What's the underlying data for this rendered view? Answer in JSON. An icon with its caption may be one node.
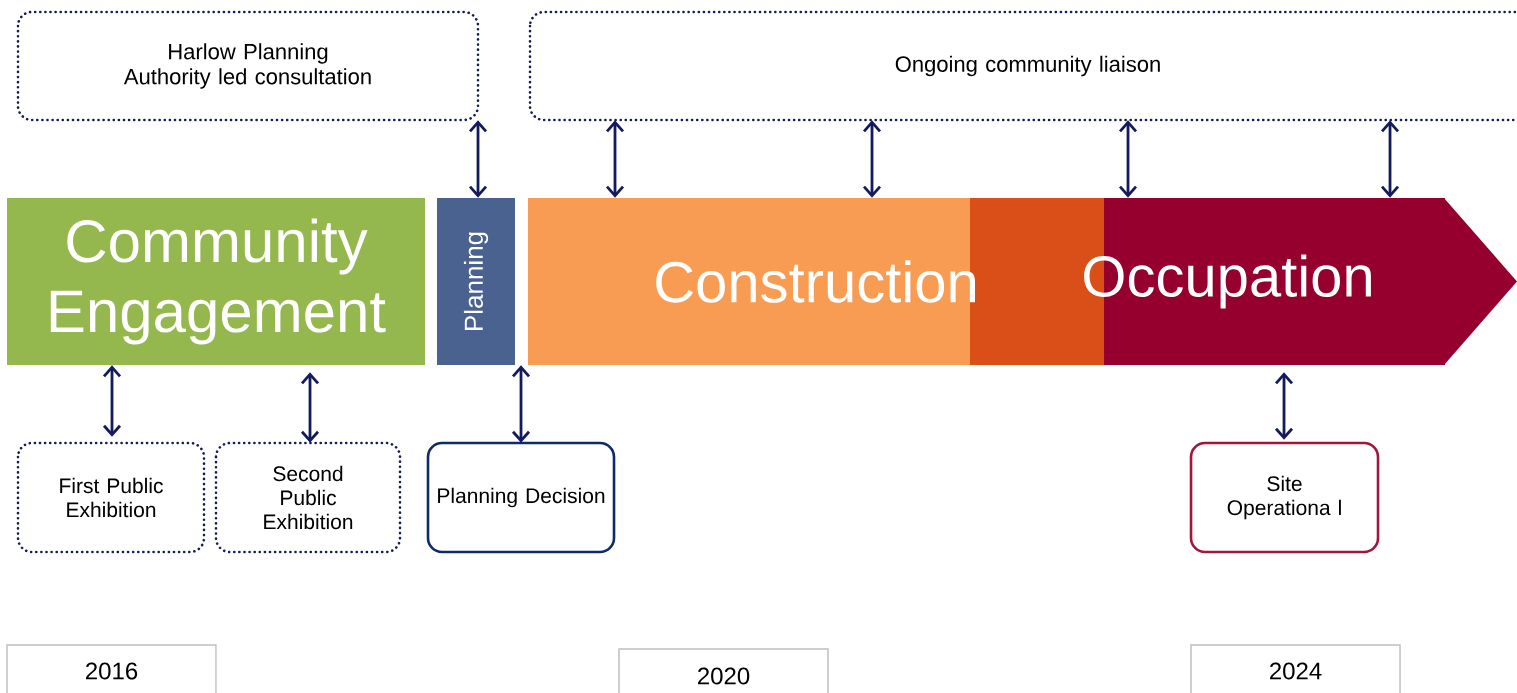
{
  "diagram": {
    "nodes": [
      {
        "text": [
          "Harlow Planning Authority led consultation"
        ]
      },
      {
        "text": [
          "Ongoing community liaison"
        ]
      },
      {
        "text": [
          "Community Engagement"
        ]
      },
      {
        "text": [
          "Planning"
        ]
      },
      {
        "text": [
          "Construction"
        ]
      },
      {
        "text": [
          "Occupation"
        ]
      },
      {
        "text": [
          "First Public Exhibition"
        ]
      },
      {
        "text": [
          "Second Public Exhibition"
        ]
      },
      {
        "text": [
          "Planning Decision"
        ]
      },
      {
        "text": [
          "Site Operationa l"
        ]
      }
    ],
    "edges": [
      {
        "from": 0,
        "to": 3,
        "arrow": "both"
      },
      {
        "from": 1,
        "to": 4,
        "arrow": "both"
      },
      {
        "from": 1,
        "to": 4,
        "arrow": "both"
      },
      {
        "from": 1,
        "to": 5,
        "arrow": "both"
      },
      {
        "from": 1,
        "to": 5,
        "arrow": "both"
      },
      {
        "from": 2,
        "to": 6,
        "arrow": "both"
      },
      {
        "from": 2,
        "to": 7,
        "arrow": "both"
      },
      {
        "from": 3,
        "to": 8,
        "arrow": "both"
      },
      {
        "from": 5,
        "to": 9,
        "arrow": "both"
      }
    ],
    "labels": [
      "2016",
      "2020",
      "2024"
    ]
  }
}
